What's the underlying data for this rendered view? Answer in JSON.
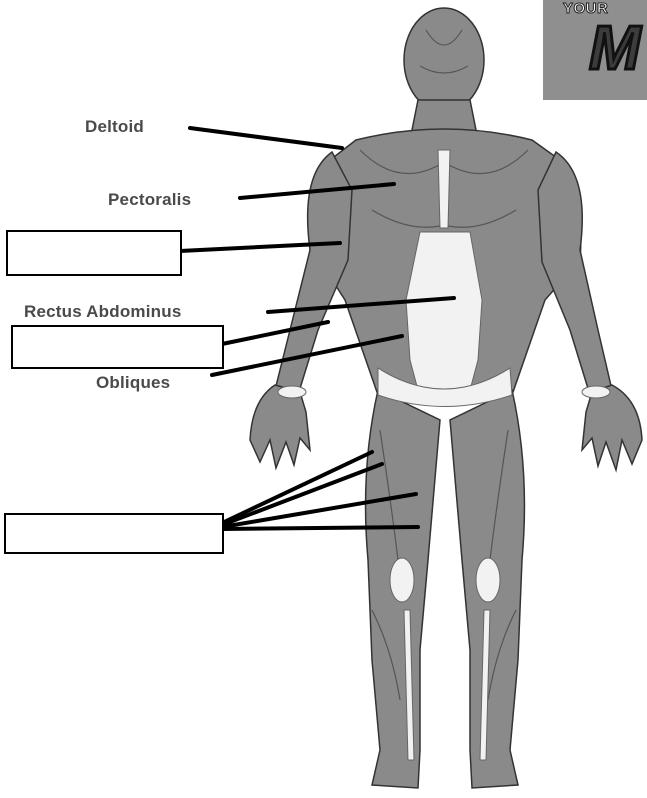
{
  "diagram": {
    "labels": {
      "deltoid": "Deltoid",
      "pectoralis": "Pectoralis",
      "rectus_abdominus": "Rectus Abdominus",
      "obliques": "Obliques"
    },
    "blank_boxes": [
      "",
      "",
      ""
    ]
  },
  "logo": {
    "top_text": "YOUR",
    "big_letter": "M"
  },
  "colors": {
    "muscle": "#8a8a8a",
    "muscle_dark": "#6e6e6e",
    "tendon": "#f2f2f2",
    "outline": "#333333",
    "leader_line": "#000000",
    "label_text": "#4a4a4a"
  }
}
